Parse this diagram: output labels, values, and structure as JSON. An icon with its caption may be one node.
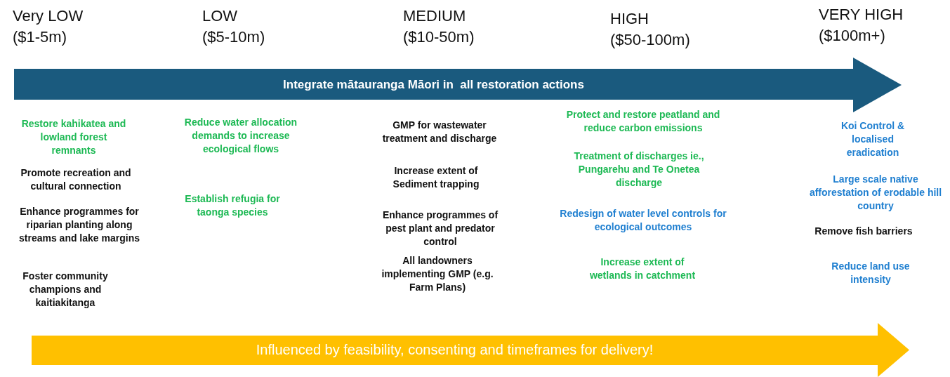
{
  "diagram": {
    "nodes": [
      {
        "text": [
          "Integrate mātauranga Māori in  all restoration actions"
        ]
      },
      {
        "text": [
          "Influenced by feasibility, consenting and timeframes for delivery!"
        ]
      }
    ],
    "labels": [
      "Very LOW",
      "($1-5m)",
      "LOW",
      "($5-10m)",
      "MEDIUM",
      "($10-50m)",
      "HIGH",
      "($50-100m)",
      "VERY HIGH",
      "($100m+)",
      "Restore kahikatea and lowland forest remnants",
      "Promote recreation and cultural connection",
      "Enhance programmes for riparian planting along streams and lake margins",
      "Foster community champions and kaitiakitanga",
      "Reduce water allocation demands to increase ecological flows",
      "Establish refugia for taonga species",
      "GMP for wastewater treatment and discharge",
      "Increase extent of Sediment trapping",
      "Enhance programmes of pest plant and predator control",
      "All landowners implementing GMP (e.g. Farm Plans)",
      "Protect and restore peatland and reduce carbon emissions",
      "Treatment of  discharges ie., Pungarehu and Te Onetea discharge",
      "Redesign of water level controls for ecological outcomes",
      "Increase extent of wetlands in catchment",
      "Koi Control & localised eradication",
      "Large scale native afforestation of erodable hill country",
      "Remove fish barriers",
      "Reduce land use intensity"
    ]
  }
}
